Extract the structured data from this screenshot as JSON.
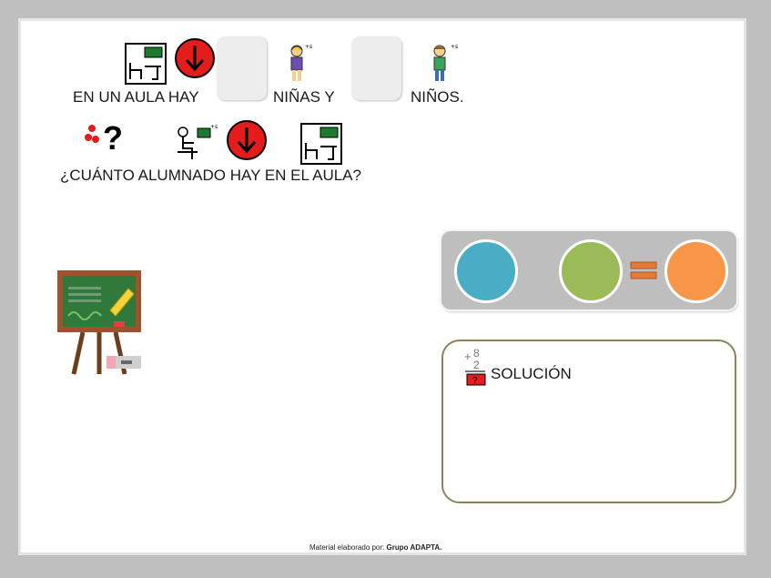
{
  "sentence1": {
    "part_a": "EN UN AULA HAY",
    "part_b": "NIÑAS Y",
    "part_c": "NIÑOS."
  },
  "question": {
    "text": "¿CUÁNTO ALUMNADO HAY EN EL AULA?"
  },
  "operation_panel": {
    "circle_colors": [
      "#4bacc6",
      "#9bbb59",
      "#f79646"
    ],
    "equals_color": "#e07b39"
  },
  "solution": {
    "label": "SOLUCIÓN",
    "icon_digits": [
      "+",
      "8",
      "2",
      "?"
    ]
  },
  "footer": {
    "prefix": "Material elaborado por:",
    "author": "Grupo ADAPTA."
  },
  "icons": [
    "classroom-icon",
    "inside-arrow-icon",
    "girl-icon",
    "boy-icon",
    "how-many-icon",
    "student-icon",
    "blackboard-icon",
    "sum-icon"
  ]
}
